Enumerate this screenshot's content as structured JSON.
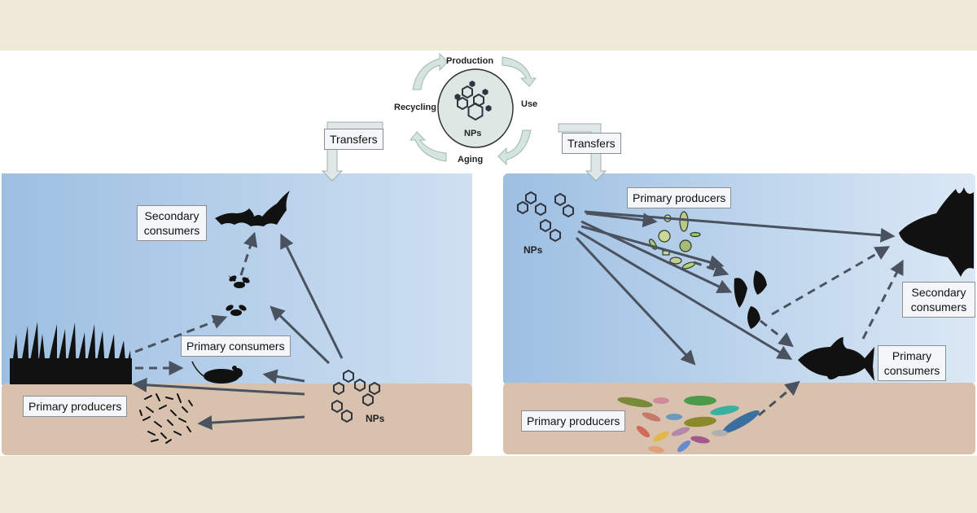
{
  "cycle": {
    "center_label": "NPs",
    "stages": {
      "production": "Production",
      "use": "Use",
      "aging": "Aging",
      "recycling": "Recycling"
    }
  },
  "transfers": {
    "left": "Transfers",
    "right": "Transfers"
  },
  "terrestrial": {
    "secondary_consumers": "Secondary consumers",
    "primary_consumers": "Primary consumers",
    "primary_producers": "Primary producers",
    "nps_label": "NPs"
  },
  "aquatic": {
    "primary_producers_top": "Primary producers",
    "nps_label": "NPs",
    "secondary_consumers": "Secondary consumers",
    "primary_consumers": "Primary consumers",
    "primary_producers_bottom": "Primary producers"
  },
  "colors": {
    "page_background": "#ede8d8",
    "panel_water_top": "#9fc1e3",
    "panel_soil": "#d9c2ad",
    "arrow": "#4a5260",
    "cycle_arrow": "#d4e4de"
  }
}
